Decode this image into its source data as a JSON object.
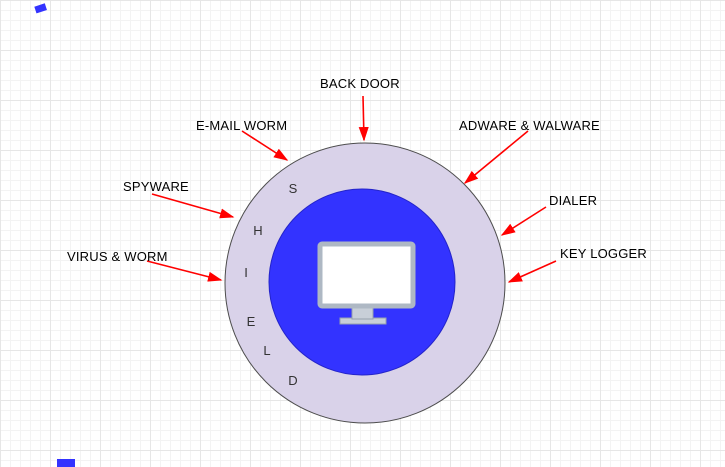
{
  "colors": {
    "ring": "#d9d2e9",
    "core": "#3333ff",
    "arrow": "#ff0000",
    "outline": "#4d4d4d",
    "monitor_frame": "#aeb8c4",
    "monitor_stand": "#c8cfd8"
  },
  "shield": {
    "letters": [
      "S",
      "H",
      "I",
      "E",
      "L",
      "D"
    ]
  },
  "threats": [
    {
      "id": "back-door",
      "label": "BACK DOOR"
    },
    {
      "id": "email-worm",
      "label": "E-MAIL WORM"
    },
    {
      "id": "adware",
      "label": "ADWARE & WALWARE"
    },
    {
      "id": "spyware",
      "label": "SPYWARE"
    },
    {
      "id": "dialer",
      "label": "DIALER"
    },
    {
      "id": "virus-worm",
      "label": "VIRUS & WORM"
    },
    {
      "id": "key-logger",
      "label": "KEY LOGGER"
    }
  ]
}
